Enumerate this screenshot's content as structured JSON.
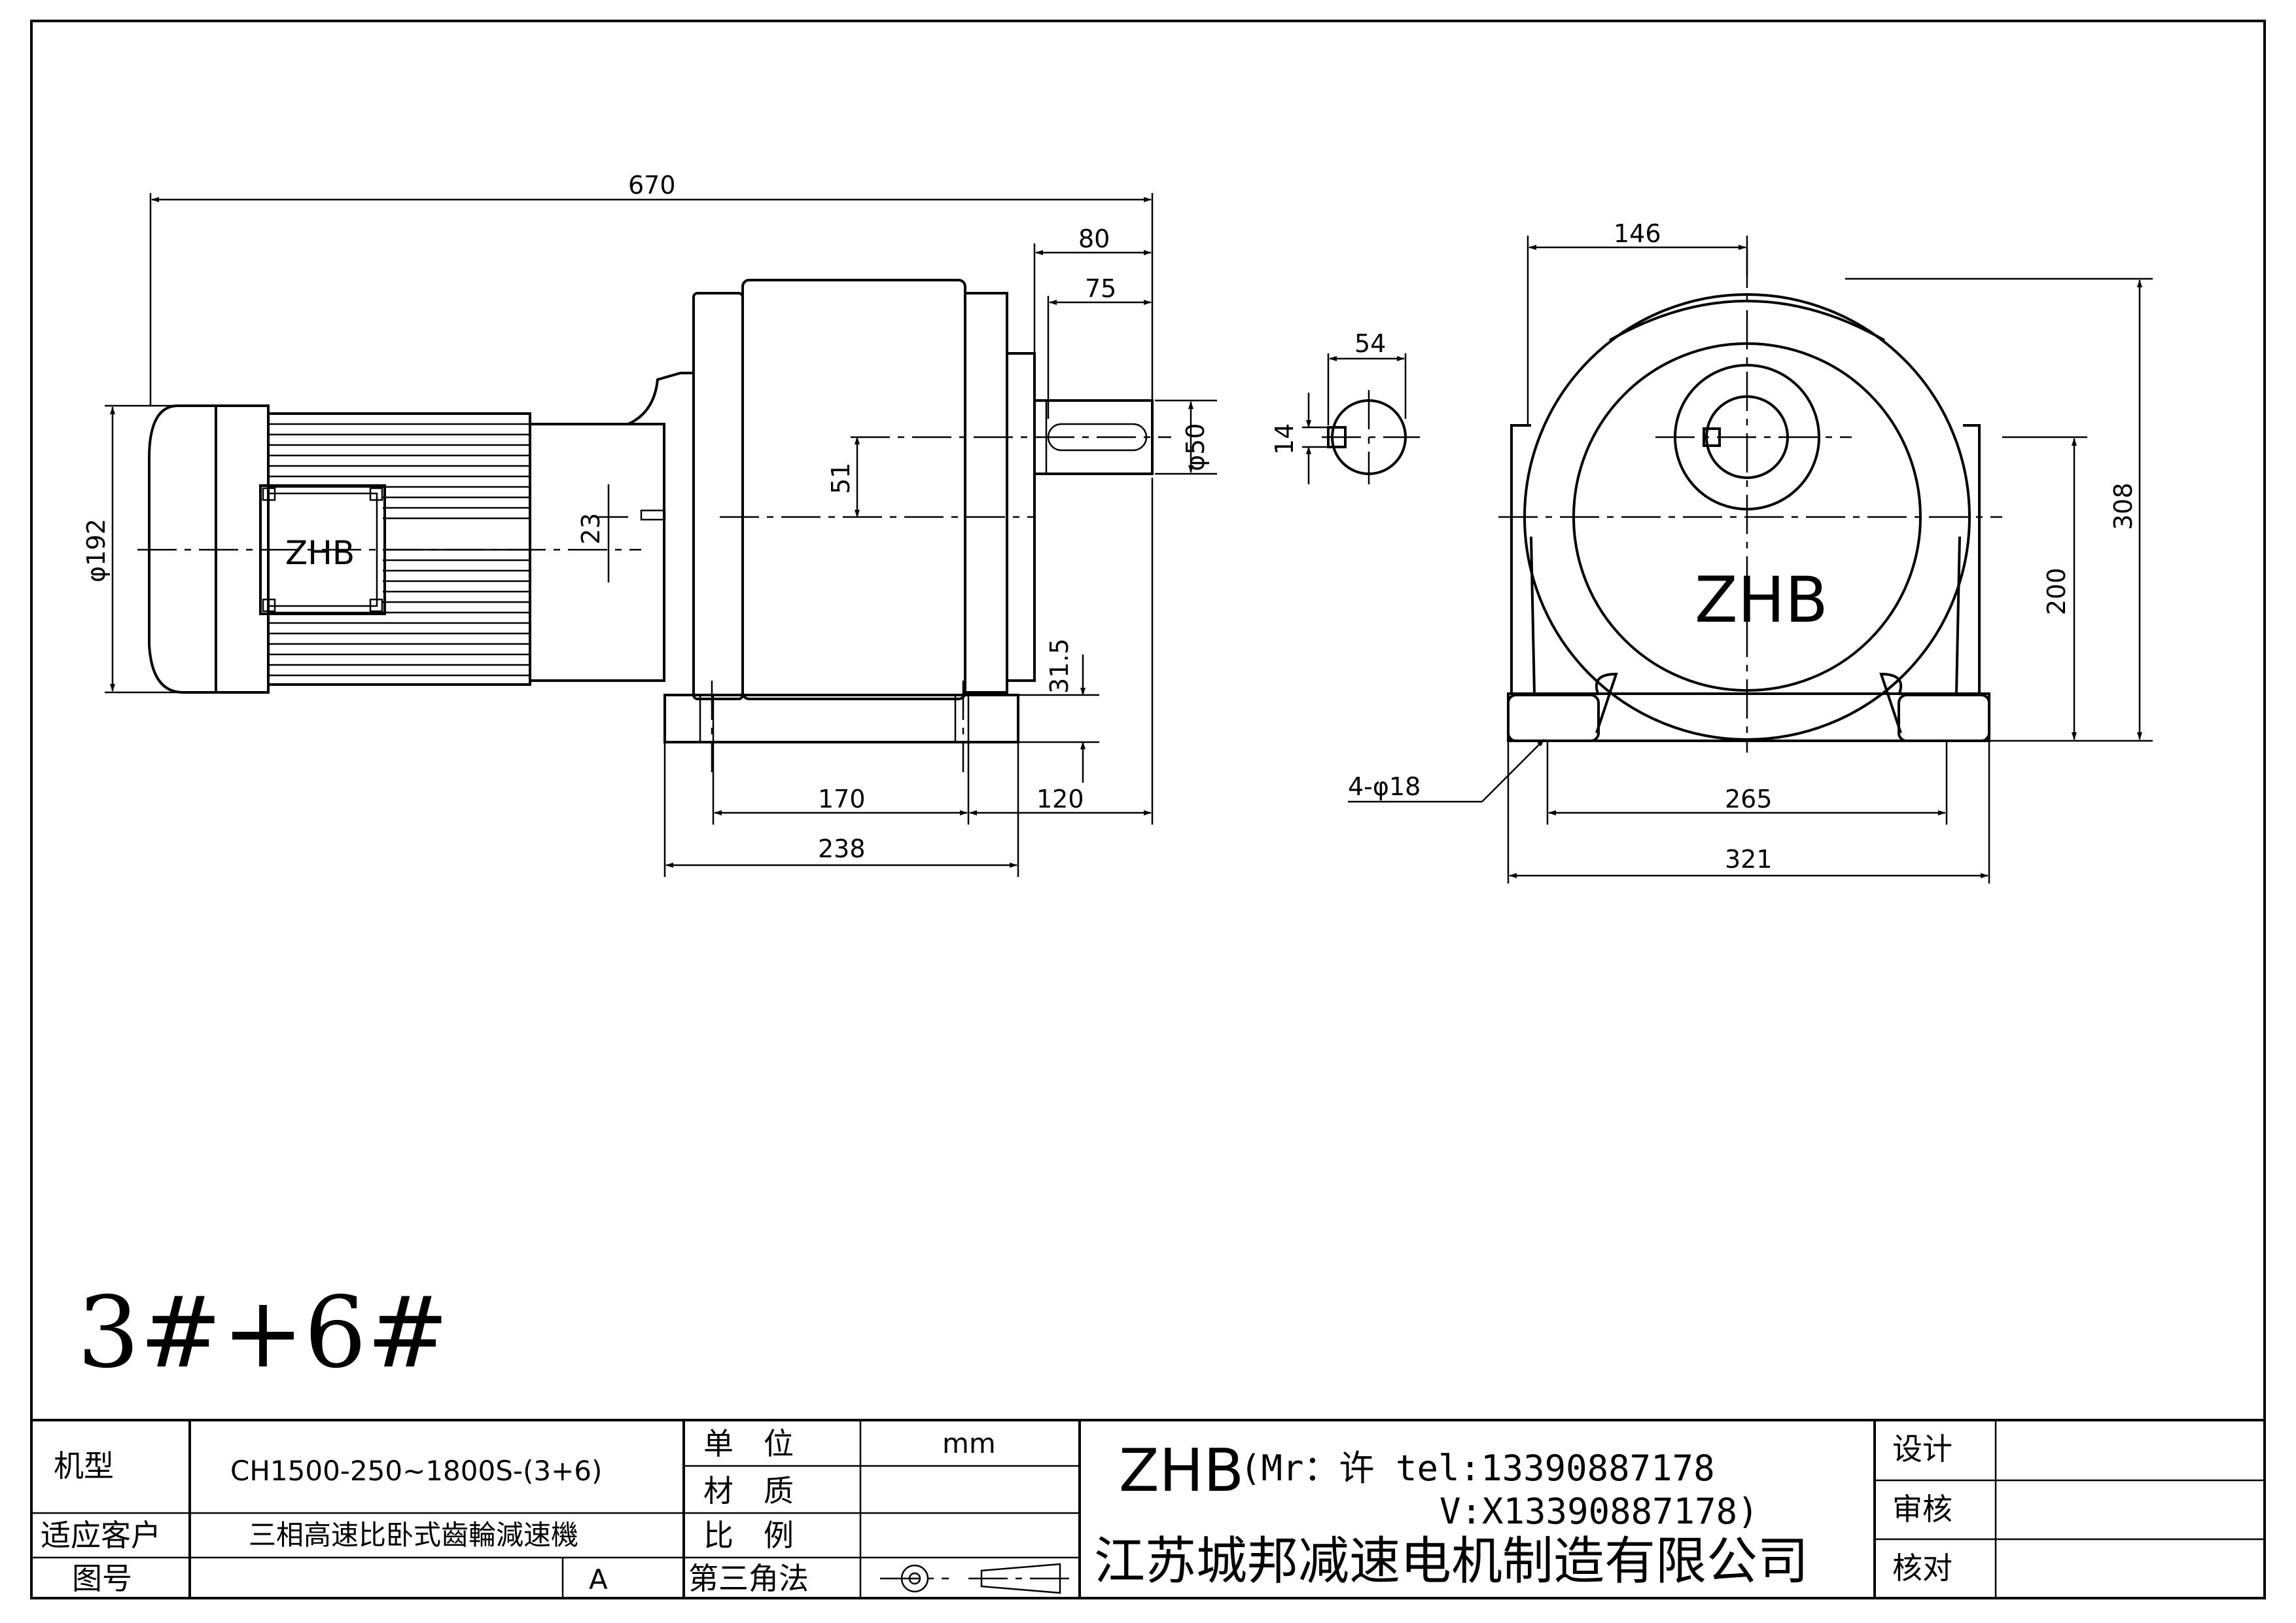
{
  "drawing": {
    "assembly_code": "3#+6#",
    "brand_on_motor": "ZHB",
    "brand_on_gearbox": "ZHB"
  },
  "dimensions": {
    "overall_length": "670",
    "shaft_length": "80",
    "key_length": "75",
    "shaft_diameter": "φ50",
    "shaft_offset": "51",
    "motor_offset": "23",
    "motor_diameter": "φ192",
    "foot_height": "31.5",
    "foot_hole_pitch": "170",
    "shaft_end_to_foot": "120",
    "base_length": "238",
    "key_height": "54",
    "key_width": "14",
    "shaft_center_offset": "146",
    "overall_height": "308",
    "center_height": "200",
    "foot_holes": "4-φ18",
    "base_hole_pitch": "265",
    "base_width": "321"
  },
  "title_block": {
    "model_label": "机型",
    "model_value": "CH1500-250~1800S-(3+6)",
    "customer_label": "适应客户",
    "customer_value": "三相高速比卧式齒輪減速機",
    "drawing_no_label": "图号",
    "drawing_no_value": "A",
    "unit_label": "单　位",
    "unit_value": "mm",
    "material_label": "材　质",
    "material_value": "",
    "scale_label": "比　例",
    "scale_value": "",
    "projection_label": "第三角法",
    "brand": "ZHB",
    "contact_line1": "(Mr：许 tel:13390887178",
    "contact_line2": "V:X13390887178)",
    "company": "江苏城邦减速电机制造有限公司",
    "design_label": "设计",
    "review_label": "审核",
    "check_label": "核对"
  }
}
